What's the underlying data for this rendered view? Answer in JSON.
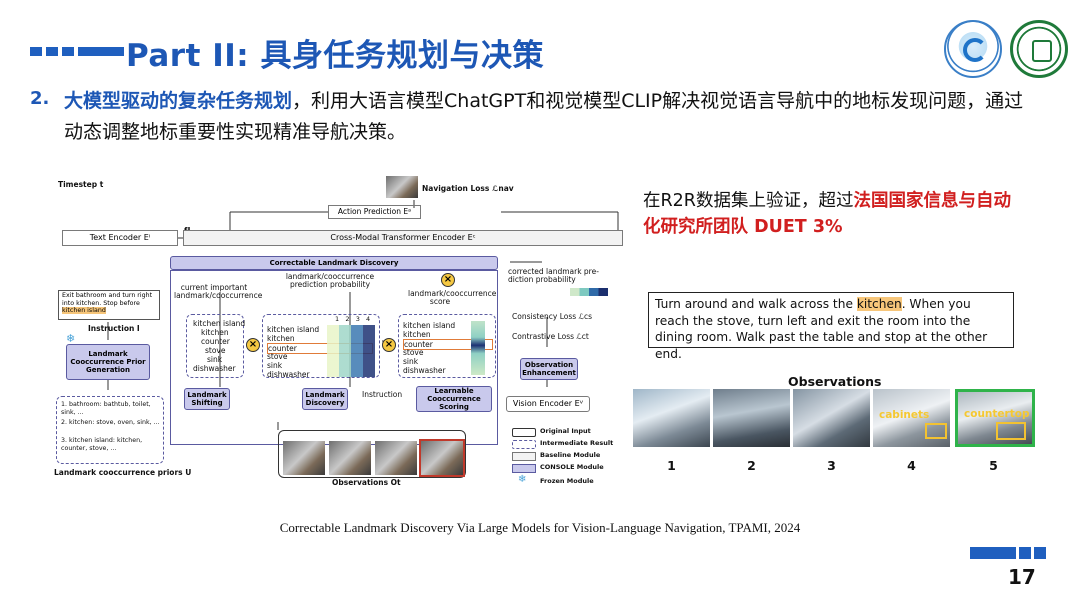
{
  "header": {
    "title": "Part II: 具身任务规划与决策"
  },
  "bullet": {
    "number": "2.",
    "highlight": "大模型驱动的复杂任务规划",
    "text": "，利用大语言模型ChatGPT和视觉模型CLIP解决视觉语言导航中的地标发现问题，通过动态调整地标重要性实现精准导航决策。"
  },
  "figure": {
    "timestep": "Timestep t",
    "nav_loss": "Navigation Loss ℒnav",
    "action_prediction": "Action Prediction Eᵃ",
    "text_encoder": "Text Encoder Eᴵ",
    "f_i": "fI",
    "cross_modal": "Cross-Modal Transformer Encoder Eᶜ",
    "cld_title": "Correctable Landmark Discovery",
    "current_important": "current important landmark/cooccurrence",
    "cooc_pred": "landmark/cooccurrence prediction probability",
    "score": "landmark/cooccurrence score",
    "corrected": "corrected landmark pre-diction probability",
    "consistency": "Consistency Loss ℒcs",
    "contrastive": "Contrastive Loss ℒct",
    "instruction_text": "Exit bathroom and turn right into kitchen. Stop before",
    "instruction_kw": "kitchen island",
    "instruction_label": "Instruction I",
    "prior_gen": "Landmark Cooccurrence Prior Generation",
    "items": [
      "kitchen island",
      "kitchen",
      "counter",
      "stove",
      "sink",
      "dishwasher"
    ],
    "cols": [
      "1",
      "2",
      "3",
      "4"
    ],
    "landmark_shifting": "Landmark Shifting",
    "landmark_discovery": "Landmark Discovery",
    "instruction_mid": "Instruction",
    "learnable": "Learnable Cooccurrence Scoring",
    "obs_enh": "Observation Enhancement",
    "vision_encoder": "Vision Encoder Eⱽ",
    "priors": [
      "1. bathroom: bathtub, toilet, sink, ...",
      "2. kitchen: stove, oven, sink, ...",
      "3. kitchen island: kitchen, counter, stove, ..."
    ],
    "priors_label": "Landmark cooccurrence priors U",
    "obs_label": "Observations Ot",
    "legend": [
      "Original Input",
      "Intermediate Result",
      "Baseline Module",
      "CONSOLE Module",
      "Frozen Module"
    ]
  },
  "r2r": {
    "text": "在R2R数据集上验证，超过",
    "red": "法国国家信息与自动化研究所团队 DUET 3%"
  },
  "instruction_box": {
    "before": "Turn around and walk across the ",
    "kw": "kitchen",
    "after": ". When you reach the stove, turn left and exit the room into the dining room. Walk past the table and stop at the other end."
  },
  "observations": {
    "title": "Observations",
    "nums": [
      "1",
      "2",
      "3",
      "4",
      "5"
    ],
    "label_cabinets": "cabinets",
    "label_countertop": "countertop"
  },
  "citation": "Correctable Landmark  Discovery Via Large Models for Vision-Language  Navigation,  TPAMI,  2024",
  "page_number": "17",
  "colors": {
    "accent": "#1d57b5",
    "highlight_red": "#d11f1f",
    "module_purple": "#c9c9ec",
    "keyword_orange": "#f7c67a",
    "green_frame": "#2fb34a"
  }
}
